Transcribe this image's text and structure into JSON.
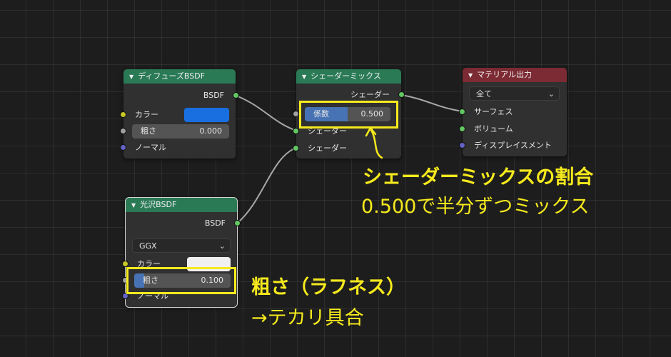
{
  "nodes": {
    "diffuse": {
      "title": "ディフューズBSDF",
      "output": "BSDF",
      "color_label": "カラー",
      "color_value": "#1a6fe0",
      "roughness_label": "粗さ",
      "roughness_value": "0.000",
      "normal_label": "ノーマル"
    },
    "mix": {
      "title": "シェーダーミックス",
      "output": "シェーダー",
      "factor_label": "係数",
      "factor_value": "0.500",
      "factor_fraction": 0.5,
      "shader_a": "シェーダー",
      "shader_b": "シェーダー"
    },
    "output": {
      "title": "マテリアル出力",
      "target": "全て",
      "surface": "サーフェス",
      "volume": "ボリューム",
      "displacement": "ディスプレイスメント"
    },
    "glossy": {
      "title": "光沢BSDF",
      "output": "BSDF",
      "distribution": "GGX",
      "color_label": "カラー",
      "color_value": "#f0f0f0",
      "roughness_label": "粗さ",
      "roughness_value": "0.100",
      "roughness_fraction": 0.1,
      "normal_label": "ノーマル"
    }
  },
  "annotations": {
    "mix_title": "シェーダーミックスの割合",
    "mix_sub": "0.500で半分ずつミックス",
    "rough_title": "粗さ（ラフネス）",
    "rough_sub": "→テカリ具合",
    "highlight_color": "#f6ea1d"
  },
  "colors": {
    "node_bg": "#303030",
    "header_shader": "#2a7a56",
    "header_output": "#7c2a33",
    "socket_shader": "#63c763",
    "socket_color": "#c7c729",
    "socket_float": "#a1a1a1",
    "socket_vector": "#6363c7",
    "slider_fill": "#4772b3"
  }
}
